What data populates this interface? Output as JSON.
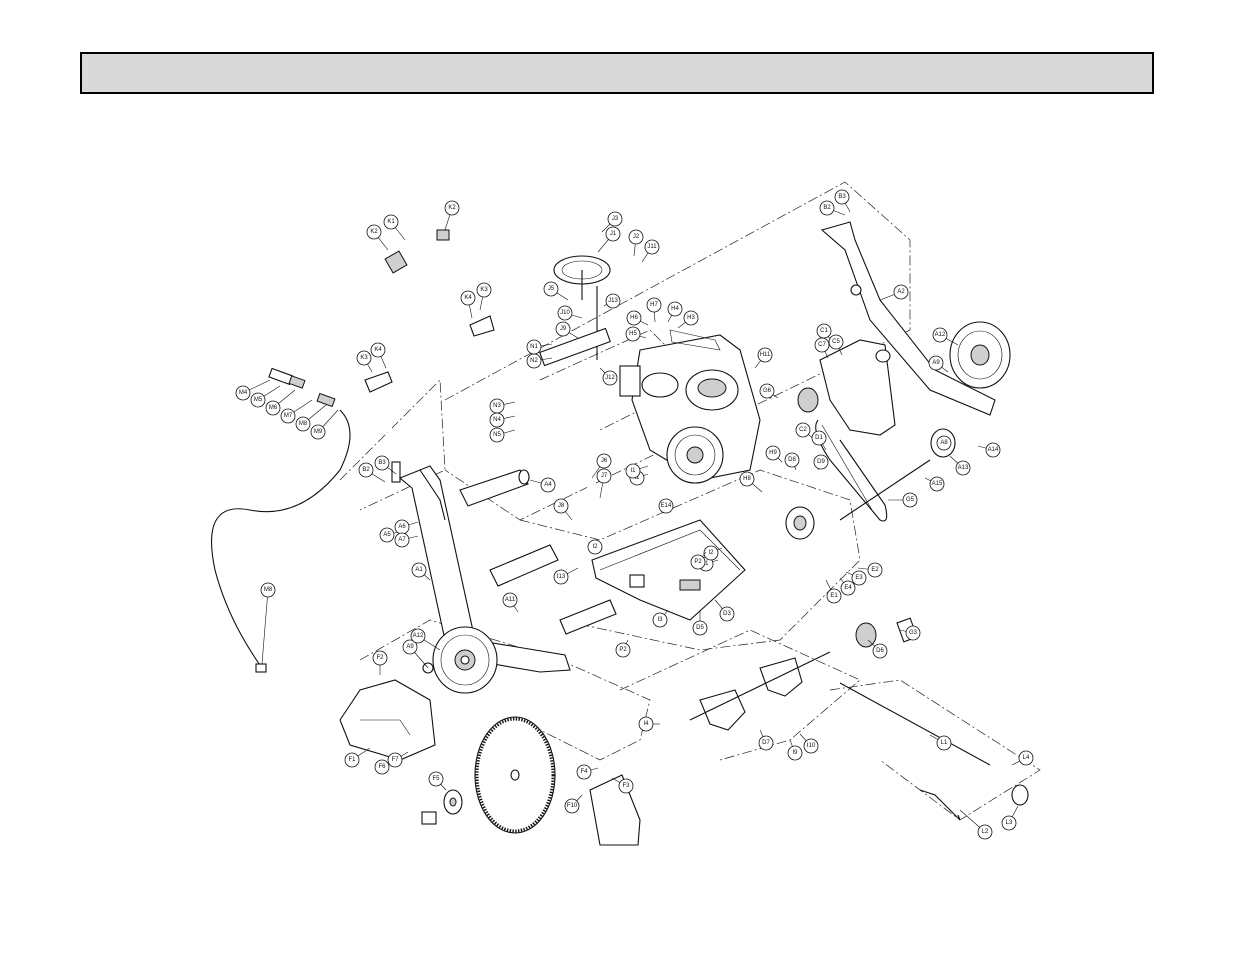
{
  "header": {
    "title": ""
  },
  "callouts": [
    {
      "id": "k1",
      "label": "K1"
    },
    {
      "id": "k2",
      "label": "K2"
    },
    {
      "id": "k2b",
      "label": "K2"
    },
    {
      "id": "k3",
      "label": "K3"
    },
    {
      "id": "k4",
      "label": "K4"
    },
    {
      "id": "k3b",
      "label": "K3"
    },
    {
      "id": "k4b",
      "label": "K4"
    },
    {
      "id": "m4",
      "label": "M4"
    },
    {
      "id": "m5",
      "label": "M5"
    },
    {
      "id": "m6",
      "label": "M6"
    },
    {
      "id": "m7",
      "label": "M7"
    },
    {
      "id": "m8",
      "label": "M8"
    },
    {
      "id": "m9",
      "label": "M9"
    },
    {
      "id": "m8b",
      "label": "M8"
    },
    {
      "id": "j1",
      "label": "J1"
    },
    {
      "id": "j2",
      "label": "J2"
    },
    {
      "id": "j3",
      "label": "J3"
    },
    {
      "id": "j5",
      "label": "J5"
    },
    {
      "id": "j6",
      "label": "J6"
    },
    {
      "id": "j7",
      "label": "J7"
    },
    {
      "id": "j8",
      "label": "J8"
    },
    {
      "id": "j9",
      "label": "J9"
    },
    {
      "id": "j10",
      "label": "J10"
    },
    {
      "id": "j11",
      "label": "J11"
    },
    {
      "id": "j12",
      "label": "J12"
    },
    {
      "id": "j13",
      "label": "J13"
    },
    {
      "id": "n1",
      "label": "N1"
    },
    {
      "id": "n2",
      "label": "N2"
    },
    {
      "id": "n3",
      "label": "N3"
    },
    {
      "id": "n4",
      "label": "N4"
    },
    {
      "id": "n5",
      "label": "N5"
    },
    {
      "id": "h3",
      "label": "H3"
    },
    {
      "id": "h4",
      "label": "H4"
    },
    {
      "id": "h5",
      "label": "H5"
    },
    {
      "id": "h6",
      "label": "H6"
    },
    {
      "id": "h7",
      "label": "H7"
    },
    {
      "id": "h8",
      "label": "H8"
    },
    {
      "id": "h9",
      "label": "H9"
    },
    {
      "id": "h11",
      "label": "H11"
    },
    {
      "id": "b2",
      "label": "B2"
    },
    {
      "id": "b3",
      "label": "B3"
    },
    {
      "id": "b2b",
      "label": "B2"
    },
    {
      "id": "b3b",
      "label": "B3"
    },
    {
      "id": "a1",
      "label": "A1"
    },
    {
      "id": "a2",
      "label": "A2"
    },
    {
      "id": "a4",
      "label": "A4"
    },
    {
      "id": "a5",
      "label": "A5"
    },
    {
      "id": "a6",
      "label": "A6"
    },
    {
      "id": "a7",
      "label": "A7"
    },
    {
      "id": "a8",
      "label": "A8"
    },
    {
      "id": "a9",
      "label": "A9"
    },
    {
      "id": "a9b",
      "label": "A9"
    },
    {
      "id": "a11",
      "label": "A11"
    },
    {
      "id": "a12",
      "label": "A12"
    },
    {
      "id": "a12b",
      "label": "A12"
    },
    {
      "id": "a13",
      "label": "A13"
    },
    {
      "id": "a14",
      "label": "A14"
    },
    {
      "id": "a15",
      "label": "A15"
    },
    {
      "id": "c1",
      "label": "C1"
    },
    {
      "id": "c2",
      "label": "C2"
    },
    {
      "id": "c5",
      "label": "C5"
    },
    {
      "id": "c7",
      "label": "C7"
    },
    {
      "id": "d1",
      "label": "D1"
    },
    {
      "id": "d3",
      "label": "D3"
    },
    {
      "id": "d5",
      "label": "D5"
    },
    {
      "id": "d6",
      "label": "D6"
    },
    {
      "id": "d7",
      "label": "D7"
    },
    {
      "id": "d8",
      "label": "D8"
    },
    {
      "id": "d9",
      "label": "D9"
    },
    {
      "id": "e1",
      "label": "E1"
    },
    {
      "id": "e2",
      "label": "E2"
    },
    {
      "id": "e3",
      "label": "E3"
    },
    {
      "id": "e4",
      "label": "E4"
    },
    {
      "id": "f1",
      "label": "F1"
    },
    {
      "id": "f2",
      "label": "F2"
    },
    {
      "id": "f3",
      "label": "F3"
    },
    {
      "id": "f4",
      "label": "F4"
    },
    {
      "id": "f5",
      "label": "F5"
    },
    {
      "id": "f6",
      "label": "F6"
    },
    {
      "id": "f7",
      "label": "F7"
    },
    {
      "id": "f10",
      "label": "F10"
    },
    {
      "id": "g3",
      "label": "G3"
    },
    {
      "id": "g5",
      "label": "G5"
    },
    {
      "id": "g6",
      "label": "G6"
    },
    {
      "id": "i1",
      "label": "I1"
    },
    {
      "id": "i2",
      "label": "I2"
    },
    {
      "id": "i3",
      "label": "I3"
    },
    {
      "id": "i4",
      "label": "I4"
    },
    {
      "id": "i9",
      "label": "I9"
    },
    {
      "id": "i10",
      "label": "I10"
    },
    {
      "id": "i13",
      "label": "I13"
    },
    {
      "id": "l1",
      "label": "L1"
    },
    {
      "id": "l2",
      "label": "L2"
    },
    {
      "id": "l3",
      "label": "L3"
    },
    {
      "id": "l4",
      "label": "L4"
    },
    {
      "id": "p2",
      "label": "P2"
    },
    {
      "id": "p2b",
      "label": "P2"
    },
    {
      "id": "e14",
      "label": "E14"
    },
    {
      "id": "x1",
      "label": "I1"
    },
    {
      "id": "x2",
      "label": "I1"
    },
    {
      "id": "x3",
      "label": "I2"
    }
  ]
}
